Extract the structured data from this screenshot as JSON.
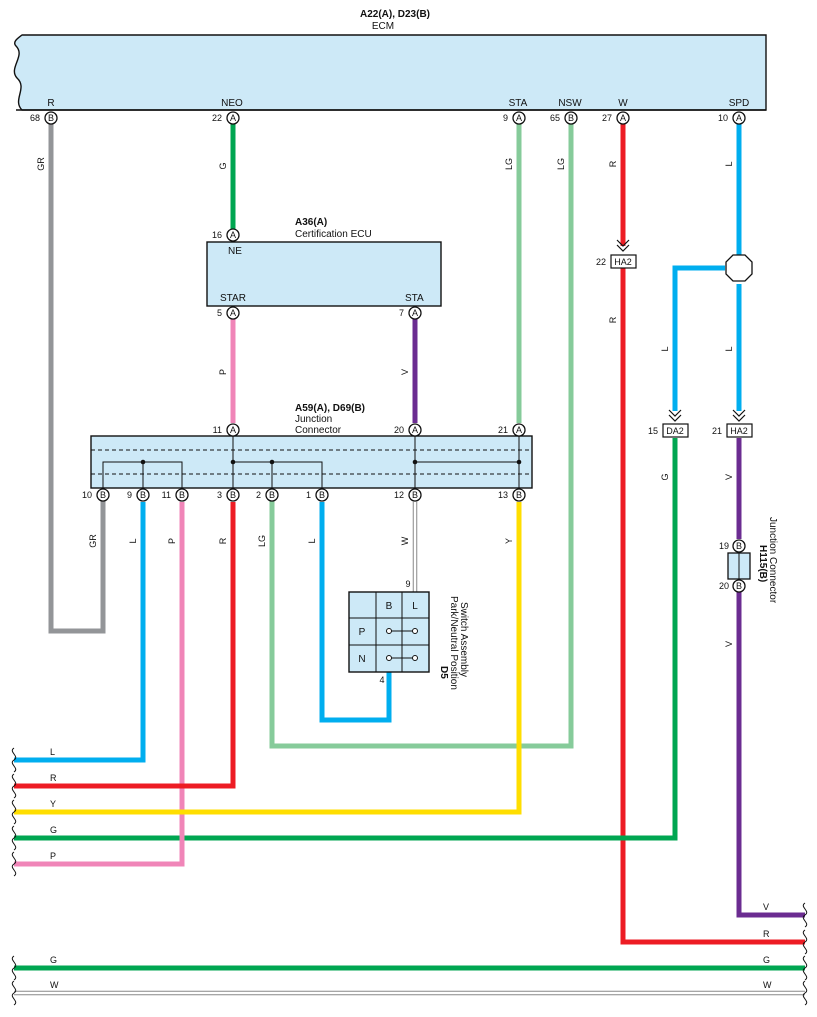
{
  "ecm": {
    "code": "A22(A), D23(B)",
    "name": "ECM",
    "terminals": [
      {
        "label": "R",
        "pin": "68",
        "conn": "B"
      },
      {
        "label": "NEO",
        "pin": "22",
        "conn": "A"
      },
      {
        "label": "STA",
        "pin": "9",
        "conn": "A"
      },
      {
        "label": "NSW",
        "pin": "65",
        "conn": "B"
      },
      {
        "label": "W",
        "pin": "27",
        "conn": "A"
      },
      {
        "label": "SPD",
        "pin": "10",
        "conn": "A"
      }
    ]
  },
  "cert": {
    "code": "A36(A)",
    "name": "Certification ECU",
    "top_pin": "16",
    "top_conn": "A",
    "top_label": "NE",
    "bottom": [
      {
        "label": "STAR",
        "pin": "5",
        "conn": "A"
      },
      {
        "label": "STA",
        "pin": "7",
        "conn": "A"
      }
    ]
  },
  "jc": {
    "code": "A59(A), D69(B)",
    "name_line1": "Junction",
    "name_line2": "Connector",
    "top": [
      {
        "pin": "11",
        "conn": "A"
      },
      {
        "pin": "20",
        "conn": "A"
      },
      {
        "pin": "21",
        "conn": "A"
      }
    ],
    "bottom": [
      {
        "pin": "10",
        "conn": "B"
      },
      {
        "pin": "9",
        "conn": "B"
      },
      {
        "pin": "11",
        "conn": "B"
      },
      {
        "pin": "3",
        "conn": "B"
      },
      {
        "pin": "2",
        "conn": "B"
      },
      {
        "pin": "1",
        "conn": "B"
      },
      {
        "pin": "12",
        "conn": "B"
      },
      {
        "pin": "13",
        "conn": "B"
      }
    ]
  },
  "pnp": {
    "code": "D5",
    "name_line1": "Park/Neutral Position",
    "name_line2": "Switch Assembly",
    "pin_top": "9",
    "pin_bottom": "4",
    "col_b": "B",
    "col_l": "L",
    "row_p": "P",
    "row_n": "N"
  },
  "h115": {
    "code": "H115(B)",
    "name": "Junction Connector",
    "pin_top": "19",
    "pin_bottom": "20",
    "conn": "B"
  },
  "splices": {
    "ha2_left_pin": "22",
    "ha2_left_name": "HA2",
    "da2_pin": "15",
    "da2_name": "DA2",
    "ha2_right_pin": "21",
    "ha2_right_name": "HA2"
  },
  "wire_colors": {
    "GR": "GR",
    "G": "G",
    "LG": "LG",
    "R": "R",
    "L": "L",
    "P": "P",
    "V": "V",
    "W": "W",
    "Y": "Y"
  },
  "colors": {
    "box_fill": "#cde9f7",
    "gray": "#939598",
    "green": "#00a651",
    "light_green": "#86cb9a",
    "red": "#ed1c24",
    "blue": "#00aeef",
    "pink": "#f085b8",
    "purple": "#6b2c91",
    "yellow": "#ffde00",
    "white": "#ffffff"
  }
}
